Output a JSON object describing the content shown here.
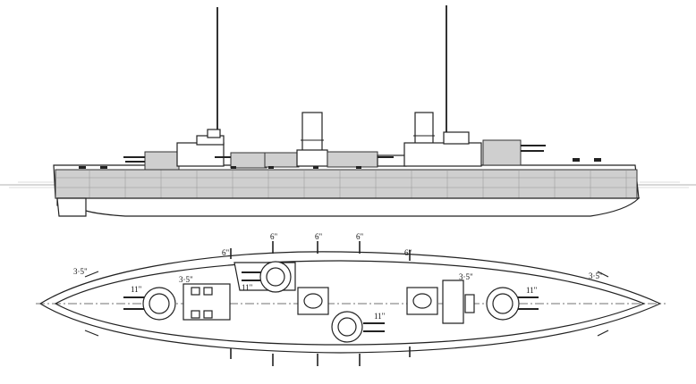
{
  "diagram": {
    "caliber_labels": {
      "bow_secondary_port": "3·5\"",
      "bow_secondary_inner": "3·5\"",
      "fwd_main": "11\"",
      "wing_a_main": "11\"",
      "wing_b_main": "11\"",
      "aft_secondary_inner": "3·5\"",
      "aft_main": "11\"",
      "stern_secondary": "3·5\"",
      "casemate_1": "6\"",
      "casemate_2": "6\"",
      "casemate_3": "6\"",
      "casemate_4": "6\"",
      "casemate_5": "6\""
    },
    "colors": {
      "ink": "#222222",
      "armor_shading": "#cfcfcf",
      "background": "#ffffff"
    }
  }
}
